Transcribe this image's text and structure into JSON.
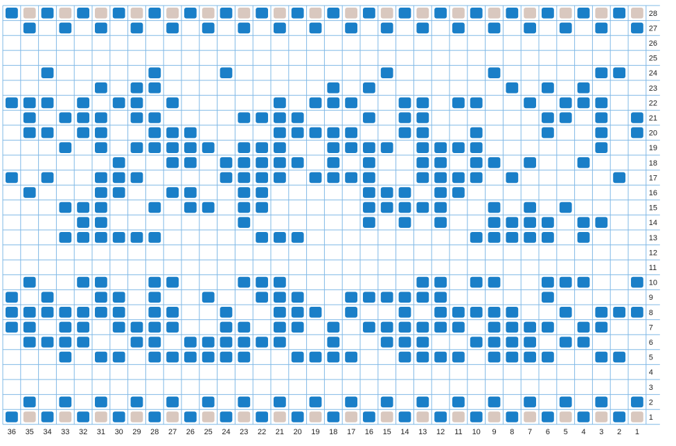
{
  "pattern": {
    "cols": 36,
    "rows": 28,
    "colors": {
      "blue": "#1a7fc8",
      "beige": "#d9c8bf",
      "grid": "#7fb8e6",
      "label": "#222222"
    },
    "row_labels": [
      "1",
      "2",
      "3",
      "4",
      "5",
      "6",
      "7",
      "8",
      "9",
      "10",
      "11",
      "12",
      "13",
      "14",
      "15",
      "16",
      "17",
      "18",
      "19",
      "20",
      "21",
      "22",
      "23",
      "24",
      "25",
      "26",
      "27",
      "28"
    ],
    "col_labels": [
      "36",
      "35",
      "34",
      "33",
      "32",
      "31",
      "30",
      "29",
      "28",
      "27",
      "26",
      "25",
      "24",
      "23",
      "22",
      "21",
      "20",
      "19",
      "18",
      "17",
      "16",
      "15",
      "14",
      "13",
      "12",
      "11",
      "10",
      "9",
      "8",
      "7",
      "6",
      "5",
      "4",
      "3",
      "2",
      "1"
    ],
    "grid_rows": [
      "BwBwBwBwBwBwBwBwBwBwBwBwBwBwBwBwBwBw",
      ".B.B.B.B.B.B.B.B.B.B.B.B.B.B.B.B.B.B",
      "....................................",
      "....................................",
      "..B.....B...B........B.....B.....BB.",
      ".....B.BB.........B.B.......B.B.B...",
      "BBB.B.BB.B.....B.BBB..BB.BB..B.BBB..",
      ".B.BBB.BB....BBBB...B.BB......BB.B.B",
      ".BB.BB..BBB....BBBBB..BB..B...B..B.B",
      "...B.B.BBBBB.BBB..BBBB.BBBB......B..",
      "......B..BB.BBBBB.B.B..BB.BB.B..B...",
      "B.B..BBB....BBBB.BBBB..BBBB.B.....B.",
      ".B...BB..BB..BB.....BBB.BB..........",
      "...BBB..B.BB.BB.....BBBBB..B.B.B....",
      "....BB.......B......B.B.B..BBBB.BB..",
      "...BBBBBB.....BBB.........BBBBB.B...",
      "....................................",
      "....................................",
      ".B..BB..BB...BBB.......BB.BB..BBB..B",
      "B.B..BB.B..B..BBB..BBBBBB.....B.....",
      "BBBBBBB.BB..B..BBB.B..B.BBBBB..B.BBB",
      "BB.BB.BBBB..BB.BB.B.BBBBBB.BBBB.BB..",
      ".BBBB..BB.BBBBBB..B..BBB..BBBB.BB...",
      "...B.BB.BBBBBB..BBBB..BBBB.BBBB..BB.",
      "....................................",
      "....................................",
      ".B.B.B.B.B.B.B.B.B.B.B.B.B.B.B.B.B.B",
      "BwBwBwBwBwBwBwBwBwBwBwBwBwBwBwBwBwBw"
    ]
  }
}
